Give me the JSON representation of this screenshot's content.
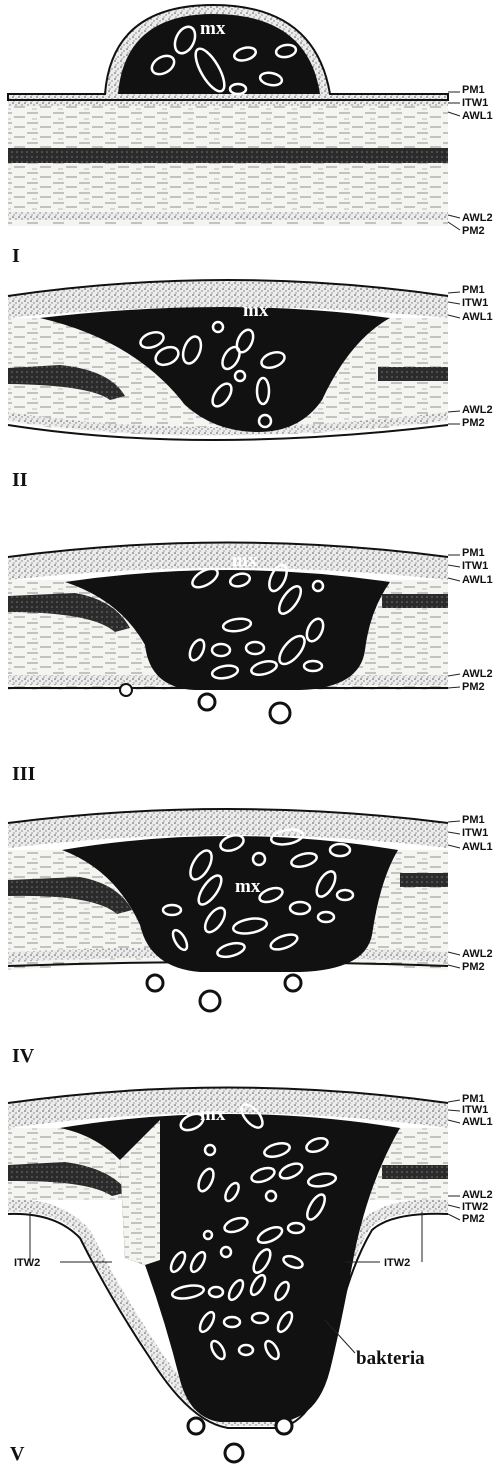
{
  "panels": [
    {
      "stage": "I",
      "matrix_label": "mx",
      "layer_labels": [
        "PM1",
        "ITW1",
        "AWL1",
        "AWL2",
        "PM2"
      ]
    },
    {
      "stage": "II",
      "matrix_label": "mx",
      "layer_labels": [
        "PM1",
        "ITW1",
        "AWL1",
        "AWL2",
        "PM2"
      ]
    },
    {
      "stage": "III",
      "matrix_label": "mx",
      "layer_labels": [
        "PM1",
        "ITW1",
        "AWL1",
        "AWL2",
        "PM2"
      ]
    },
    {
      "stage": "IV",
      "matrix_label": "mx",
      "layer_labels": [
        "PM1",
        "ITW1",
        "AWL1",
        "AWL2",
        "PM2"
      ]
    },
    {
      "stage": "V",
      "matrix_label": "mx",
      "layer_labels": [
        "PM1",
        "ITW1",
        "AWL1",
        "AWL2",
        "ITW2",
        "PM2"
      ],
      "side_labels": [
        "ITW2",
        "ITW2"
      ],
      "bacteria_label": "bakteria"
    }
  ],
  "colors": {
    "matrix": "#111111",
    "wall_fibre": "#f2f2ee",
    "ink": "#111111"
  }
}
